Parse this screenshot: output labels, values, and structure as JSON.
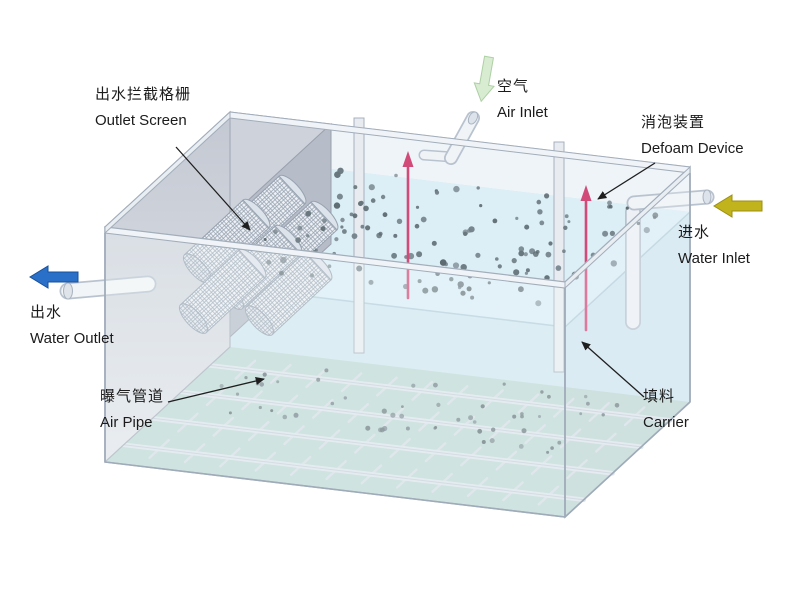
{
  "labels": {
    "outlet_screen": {
      "zh": "出水拦截格栅",
      "en": "Outlet Screen"
    },
    "air_inlet": {
      "zh": "空气",
      "en": "Air Inlet"
    },
    "defoam_device": {
      "zh": "消泡装置",
      "en": "Defoam Device"
    },
    "water_inlet": {
      "zh": "进水",
      "en": "Water Inlet"
    },
    "water_outlet": {
      "zh": "出水",
      "en": "Water Outlet"
    },
    "air_pipe": {
      "zh": "曝气管道",
      "en": "Air Pipe"
    },
    "carrier": {
      "zh": "填料",
      "en": "Carrier"
    }
  },
  "colors": {
    "water_outlet_arrow": "#2a70c8",
    "water_inlet_arrow": "#c0b31c",
    "air_inlet_arrow": "#d8ecd2",
    "defoam_device": "#d14a78",
    "water_surface": "#dceef6",
    "tank_floor": "#bfd9d4",
    "carrier_dots": [
      "#5c6a70",
      "#74828a",
      "#67757c"
    ]
  }
}
